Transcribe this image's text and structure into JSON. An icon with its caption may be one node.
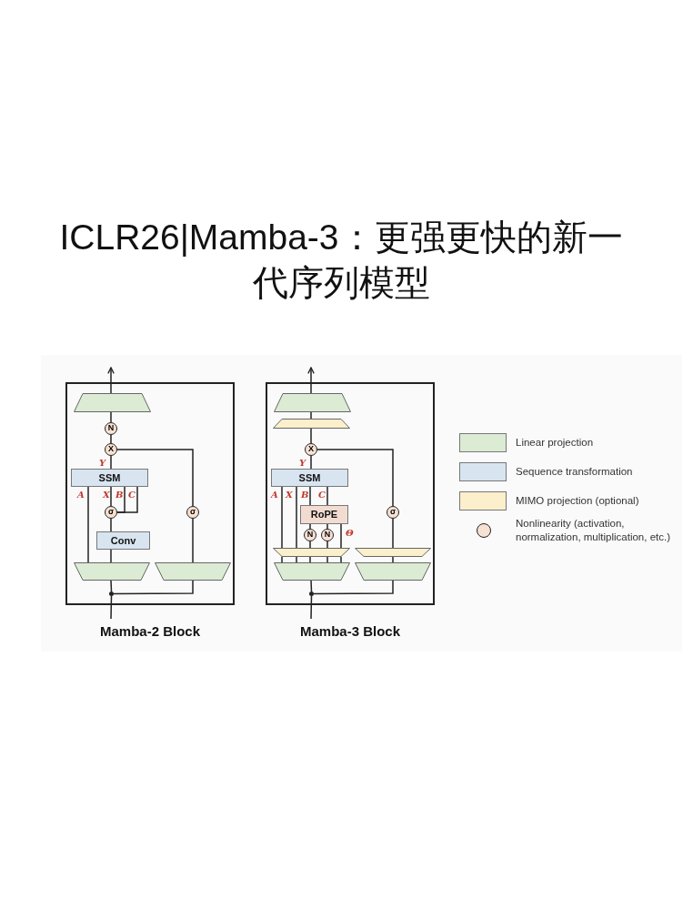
{
  "diagram": {
    "title": "ICLR26|Mamba-3：更强更快的新一代序列模型",
    "nodes": [
      {
        "text": [
          "Mamba-2 Block"
        ]
      },
      {
        "text": [],
        "shape": "trapezoid",
        "in": 0
      },
      {
        "text": [
          "N"
        ],
        "in": 0
      },
      {
        "text": [
          "X"
        ],
        "in": 0
      },
      {
        "text": [
          "SSM"
        ],
        "in": 0
      },
      {
        "text": [
          "σ"
        ],
        "in": 0
      },
      {
        "text": [
          "Conv"
        ],
        "in": 0
      },
      {
        "text": [],
        "shape": "trapezoid",
        "in": 0
      },
      {
        "text": [],
        "shape": "trapezoid",
        "in": 0
      },
      {
        "text": [
          "σ"
        ],
        "in": 0
      },
      {
        "text": [
          "Mamba-3 Block"
        ]
      },
      {
        "text": [],
        "shape": "trapezoid",
        "in": 10
      },
      {
        "text": [],
        "shape": "trapezoid",
        "in": 10
      },
      {
        "text": [
          "X"
        ],
        "in": 10
      },
      {
        "text": [
          "SSM"
        ],
        "in": 10
      },
      {
        "text": [
          "RoPE"
        ],
        "in": 10
      },
      {
        "text": [
          "N"
        ],
        "in": 10
      },
      {
        "text": [
          "N"
        ],
        "in": 10
      },
      {
        "text": [],
        "shape": "trapezoid",
        "in": 10
      },
      {
        "text": [],
        "shape": "trapezoid",
        "in": 10
      },
      {
        "text": [],
        "shape": "trapezoid",
        "in": 10
      },
      {
        "text": [],
        "shape": "trapezoid",
        "in": 10
      },
      {
        "text": [
          "σ"
        ],
        "in": 10
      },
      {
        "text": [],
        "shape": "dot",
        "in": 0
      },
      {
        "text": [],
        "shape": "dot",
        "in": 10
      }
    ],
    "edges": [
      {
        "from": 1,
        "to": null,
        "arrow": "to"
      },
      {
        "from": 2,
        "to": 1,
        "arrow": "none"
      },
      {
        "from": 3,
        "to": 2,
        "arrow": "none"
      },
      {
        "from": 4,
        "to": 3,
        "arrow": "none",
        "label": "Y"
      },
      {
        "from": 7,
        "to": 4,
        "arrow": "none",
        "label": "A"
      },
      {
        "from": 5,
        "to": 4,
        "arrow": "none",
        "label": "X"
      },
      {
        "from": 5,
        "to": 4,
        "arrow": "none",
        "label": "B"
      },
      {
        "from": 5,
        "to": 4,
        "arrow": "none",
        "label": "C"
      },
      {
        "from": 6,
        "to": 5,
        "arrow": "none"
      },
      {
        "from": 7,
        "to": 6,
        "arrow": "none"
      },
      {
        "from": 8,
        "to": 9,
        "arrow": "none"
      },
      {
        "from": 9,
        "to": 3,
        "arrow": "none"
      },
      {
        "from": null,
        "to": 23,
        "arrow": "none"
      },
      {
        "from": 23,
        "to": 8,
        "arrow": "none"
      },
      {
        "from": 11,
        "to": null,
        "arrow": "to"
      },
      {
        "from": 12,
        "to": 11,
        "arrow": "none"
      },
      {
        "from": 13,
        "to": 12,
        "arrow": "none"
      },
      {
        "from": 14,
        "to": 13,
        "arrow": "none",
        "label": "Y"
      },
      {
        "from": 18,
        "to": 14,
        "arrow": "none",
        "label": "A"
      },
      {
        "from": 18,
        "to": 14,
        "arrow": "none",
        "label": "X"
      },
      {
        "from": 15,
        "to": 14,
        "arrow": "none",
        "label": "B"
      },
      {
        "from": 15,
        "to": 14,
        "arrow": "none",
        "label": "C"
      },
      {
        "from": 16,
        "to": 15,
        "arrow": "none"
      },
      {
        "from": 17,
        "to": 15,
        "arrow": "none"
      },
      {
        "from": 18,
        "to": 16,
        "arrow": "none"
      },
      {
        "from": 18,
        "to": 17,
        "arrow": "none"
      },
      {
        "from": 18,
        "to": 15,
        "arrow": "none",
        "label": "Θ"
      },
      {
        "from": 19,
        "to": 18,
        "arrow": "none"
      },
      {
        "from": 19,
        "to": 18,
        "arrow": "none"
      },
      {
        "from": 19,
        "to": 18,
        "arrow": "none"
      },
      {
        "from": 19,
        "to": 18,
        "arrow": "none"
      },
      {
        "from": 19,
        "to": 18,
        "arrow": "none"
      },
      {
        "from": 21,
        "to": 20,
        "arrow": "none"
      },
      {
        "from": 20,
        "to": 22,
        "arrow": "none"
      },
      {
        "from": 22,
        "to": 13,
        "arrow": "none"
      },
      {
        "from": null,
        "to": 24,
        "arrow": "none"
      },
      {
        "from": 24,
        "to": 21,
        "arrow": "none"
      },
      {
        "from": 23,
        "to": 7,
        "arrow": "none"
      },
      {
        "from": 24,
        "to": 19,
        "arrow": "none"
      }
    ],
    "legend": [
      {
        "text": "Linear projection",
        "color": "#dcebd4"
      },
      {
        "text": "Sequence transformation",
        "color": "#d8e5f1"
      },
      {
        "text": "MIMO projection (optional)",
        "color": "#fcefcb"
      },
      {
        "text": "Nonlinearity (activation, normalization, multiplication, etc.)"
      }
    ]
  }
}
